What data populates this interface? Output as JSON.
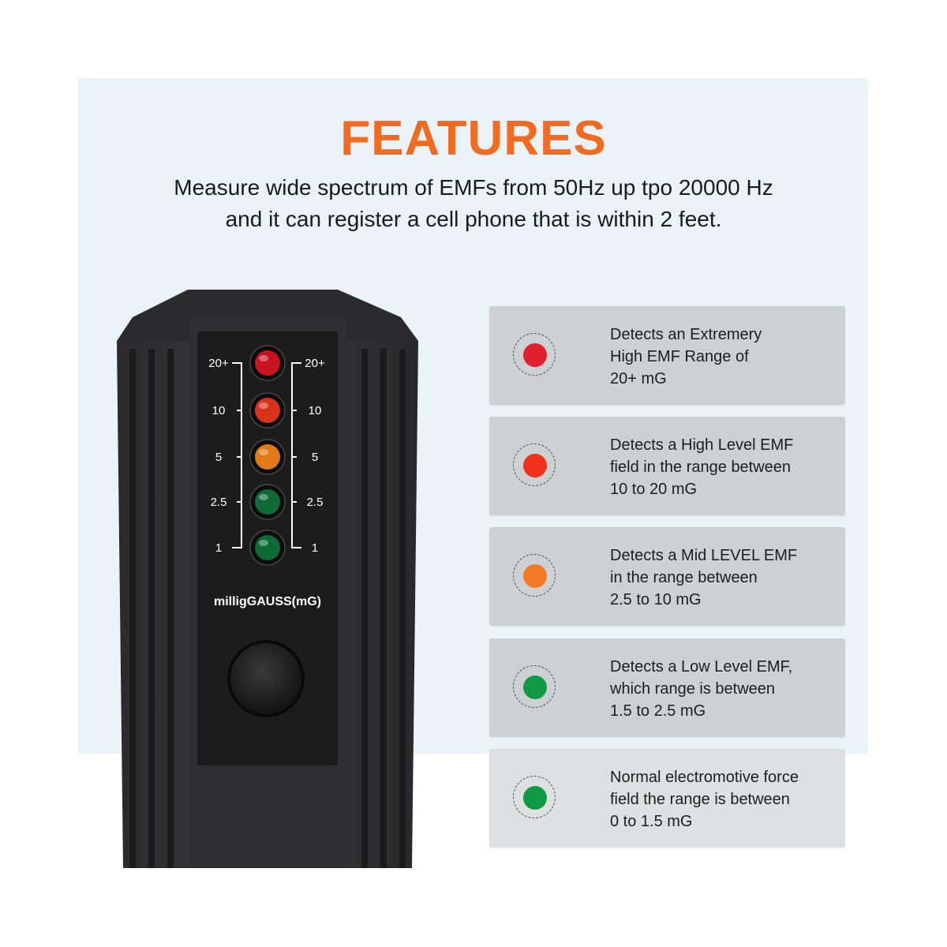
{
  "header": {
    "title": "FEATURES",
    "subtitle_line1": "Measure wide spectrum of EMFs from 50Hz up tpo 20000 Hz",
    "subtitle_line2": "and it can register a cell phone that is within 2 feet."
  },
  "device": {
    "unit_label": "milligGAUSS(mG)",
    "scale_labels": [
      "20+",
      "10",
      "5",
      "2.5",
      "1"
    ],
    "led_colors": [
      "#c8121f",
      "#d6331a",
      "#e07a16",
      "#0f6b36",
      "#0f6b36"
    ]
  },
  "features": [
    {
      "color": "#e11f2e",
      "lines": [
        "Detects an Extremery",
        "High EMF Range of",
        "20+ mG"
      ]
    },
    {
      "color": "#f0321b",
      "lines": [
        "Detects a High Level EMF",
        "field in the range between",
        "10 to 20 mG"
      ]
    },
    {
      "color": "#f57a26",
      "lines": [
        "Detects a Mid LEVEL EMF",
        "in the range between",
        "2.5 to 10 mG"
      ]
    },
    {
      "color": "#119a44",
      "lines": [
        "Detects a Low Level EMF,",
        "which range is between",
        "1.5 to 2.5 mG"
      ]
    },
    {
      "color": "#119a44",
      "lines": [
        "Normal electromotive force",
        "field the range is between",
        "0 to 1.5 mG"
      ]
    }
  ]
}
